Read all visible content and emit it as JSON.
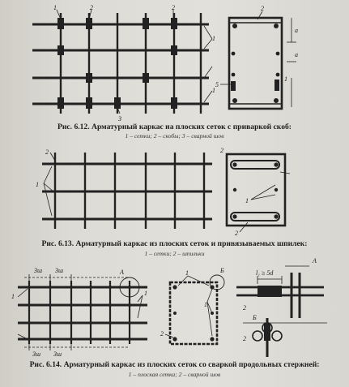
{
  "figures": [
    {
      "caption": "Рис. 6.12. Арматурный каркас на плоских сеток с приваркой скоб:",
      "legend": "1 – сетки; 2 – скобы; 3 – сварной шов",
      "callouts": [
        "1",
        "2",
        "2",
        "1",
        "3",
        "1",
        "2",
        "1",
        "5",
        "a",
        "a"
      ]
    },
    {
      "caption": "Рис. 6.13. Арматурный каркас из плоских сеток и привязываемых шпилек:",
      "legend": "1 – сетки; 2 – шпильки",
      "callouts": [
        "2",
        "1",
        "2",
        "1",
        "2"
      ]
    },
    {
      "caption": "Рис. 6.14. Арматурный каркас из плоских сеток со сваркой продольных стержней:",
      "legend": "1 – плоская сетка; 2 – сварной шов",
      "callouts": [
        "3ш",
        "3ш",
        "3ш",
        "3ш",
        "A",
        "1",
        "1",
        "1",
        "1",
        "Б",
        "2",
        "l₁ ≥ 5d",
        "2",
        "A",
        "Б",
        "2"
      ]
    }
  ]
}
